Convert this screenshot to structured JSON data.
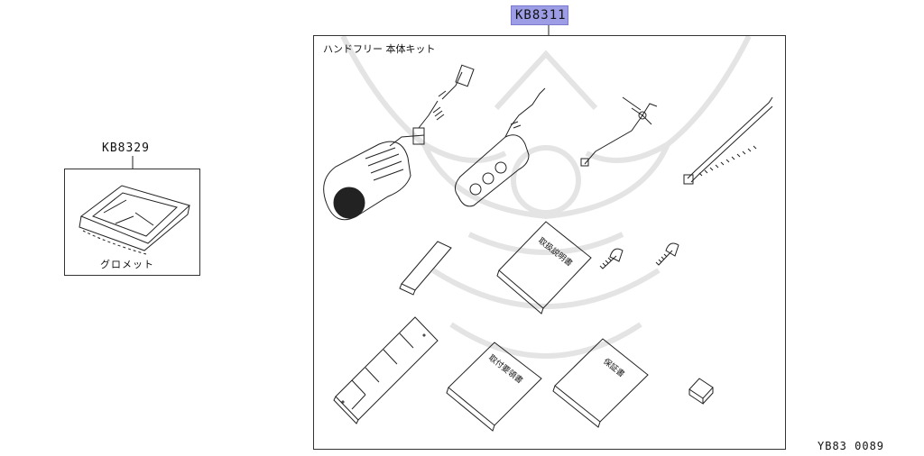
{
  "main_part": {
    "code": "KB8311",
    "title": "ハンドフリー 本体キット"
  },
  "side_part": {
    "code": "KB8329",
    "name": "グロメット"
  },
  "books": [
    "取扱説明書",
    "取付要領書",
    "保証書"
  ],
  "drawing_code": "YB83 0089"
}
